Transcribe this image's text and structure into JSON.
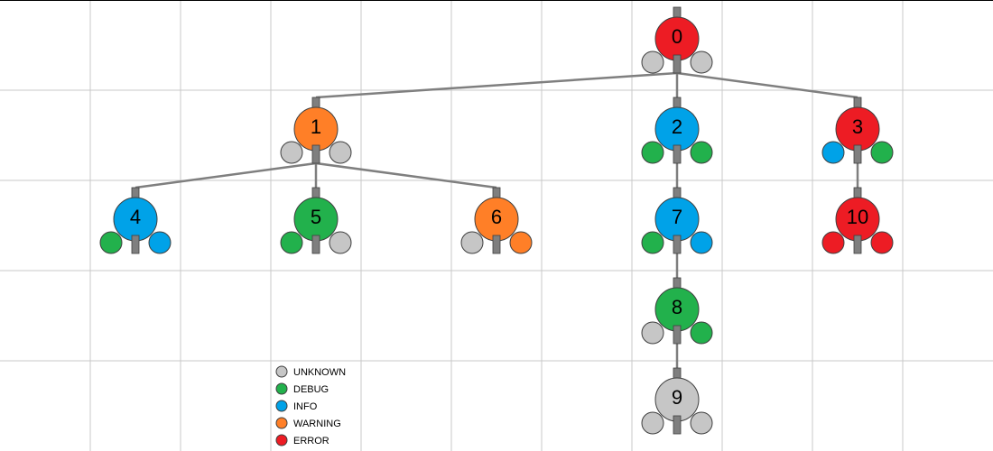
{
  "status_colors": {
    "UNKNOWN": "#c6c6c6",
    "DEBUG": "#22b14c",
    "INFO": "#00a2e8",
    "WARNING": "#ff7f27",
    "ERROR": "#ed1c24"
  },
  "nodes": [
    {
      "id": "0",
      "status": "ERROR",
      "left": "UNKNOWN",
      "right": "UNKNOWN"
    },
    {
      "id": "1",
      "status": "WARNING",
      "left": "UNKNOWN",
      "right": "UNKNOWN"
    },
    {
      "id": "2",
      "status": "INFO",
      "left": "DEBUG",
      "right": "DEBUG"
    },
    {
      "id": "3",
      "status": "ERROR",
      "left": "INFO",
      "right": "DEBUG"
    },
    {
      "id": "4",
      "status": "INFO",
      "left": "DEBUG",
      "right": "INFO"
    },
    {
      "id": "5",
      "status": "DEBUG",
      "left": "DEBUG",
      "right": "UNKNOWN"
    },
    {
      "id": "6",
      "status": "WARNING",
      "left": "UNKNOWN",
      "right": "WARNING"
    },
    {
      "id": "7",
      "status": "INFO",
      "left": "DEBUG",
      "right": "INFO"
    },
    {
      "id": "8",
      "status": "DEBUG",
      "left": "UNKNOWN",
      "right": "DEBUG"
    },
    {
      "id": "9",
      "status": "UNKNOWN",
      "left": "UNKNOWN",
      "right": "UNKNOWN"
    },
    {
      "id": "10",
      "status": "ERROR",
      "left": "ERROR",
      "right": "ERROR"
    }
  ],
  "edges": [
    [
      "0",
      "1"
    ],
    [
      "0",
      "2"
    ],
    [
      "0",
      "3"
    ],
    [
      "1",
      "4"
    ],
    [
      "1",
      "5"
    ],
    [
      "1",
      "6"
    ],
    [
      "2",
      "7"
    ],
    [
      "7",
      "8"
    ],
    [
      "8",
      "9"
    ],
    [
      "3",
      "10"
    ]
  ],
  "legend": [
    {
      "label": "UNKNOWN",
      "status": "UNKNOWN"
    },
    {
      "label": "DEBUG",
      "status": "DEBUG"
    },
    {
      "label": "INFO",
      "status": "INFO"
    },
    {
      "label": "WARNING",
      "status": "WARNING"
    },
    {
      "label": "ERROR",
      "status": "ERROR"
    }
  ]
}
